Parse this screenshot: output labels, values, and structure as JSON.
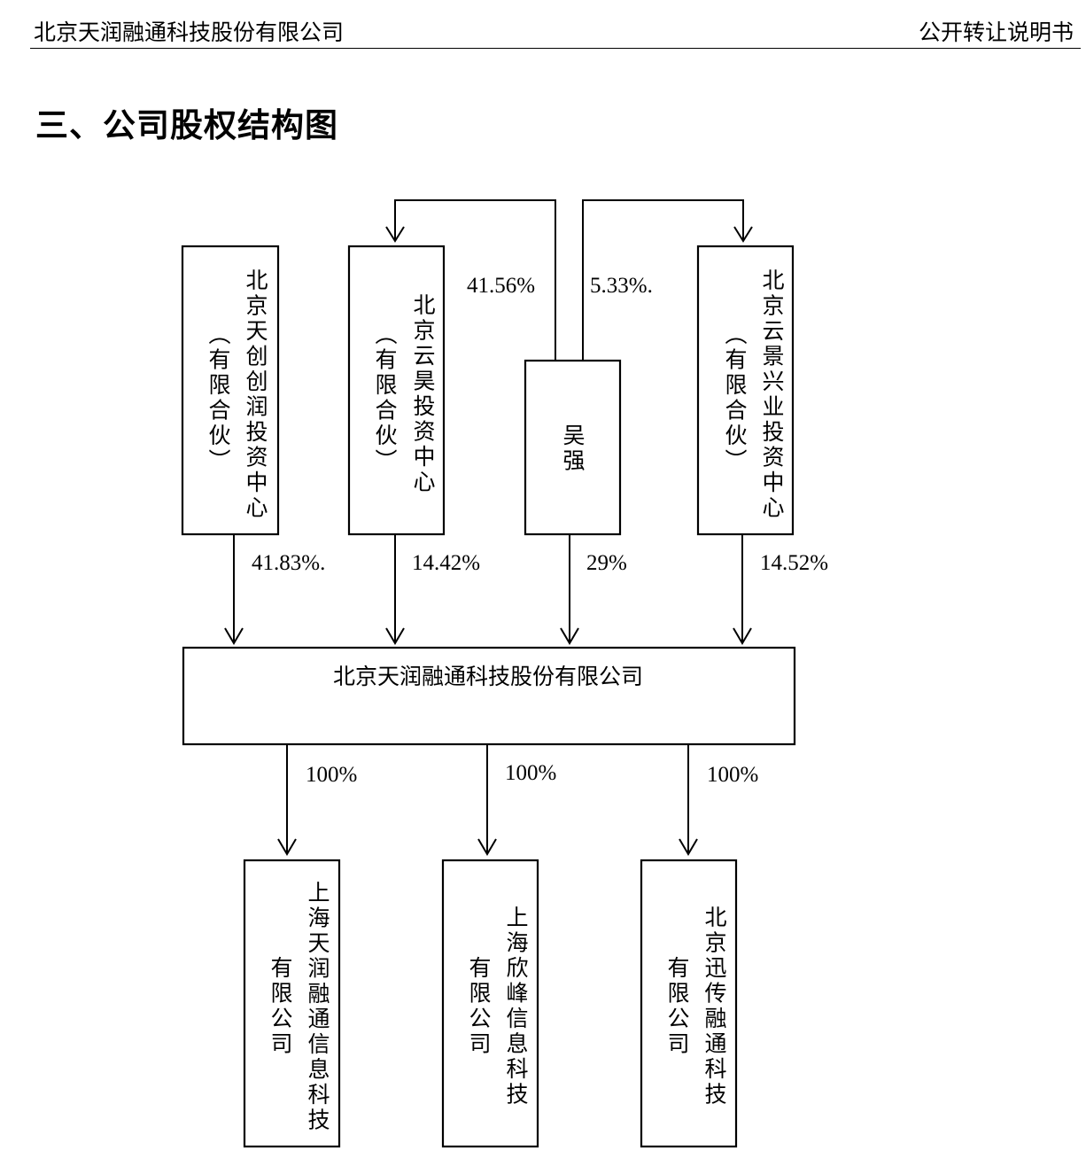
{
  "header": {
    "company": "北京天润融通科技股份有限公司",
    "doc_type": "公开转让说明书"
  },
  "section_title": "三、公司股权结构图",
  "shareholders": [
    {
      "lines": [
        "北京天创创润投资中心",
        "（有限合伙）"
      ],
      "percent": "41.83%."
    },
    {
      "lines": [
        "北京云昊投资中心",
        "（有限合伙）"
      ],
      "percent": "14.42%"
    },
    {
      "lines": [
        "吴强"
      ],
      "percent": "29%"
    },
    {
      "lines": [
        "北京云景兴业投资中心",
        "（有限合伙）"
      ],
      "percent": "14.52%"
    }
  ],
  "wu_qiang_stakes": [
    {
      "target": "北京云昊投资中心（有限合伙）",
      "percent": "41.56%"
    },
    {
      "target": "北京云景兴业投资中心（有限合伙）",
      "percent": "5.33%."
    }
  ],
  "company": "北京天润融通科技股份有限公司",
  "subsidiaries": [
    {
      "lines": [
        "上海天润融通信息科技",
        "有限公司"
      ],
      "percent": "100%"
    },
    {
      "lines": [
        "上海欣峰信息科技",
        "有限公司"
      ],
      "percent": "100%"
    },
    {
      "lines": [
        "北京迅传融通科技",
        "有限公司"
      ],
      "percent": "100%"
    }
  ]
}
